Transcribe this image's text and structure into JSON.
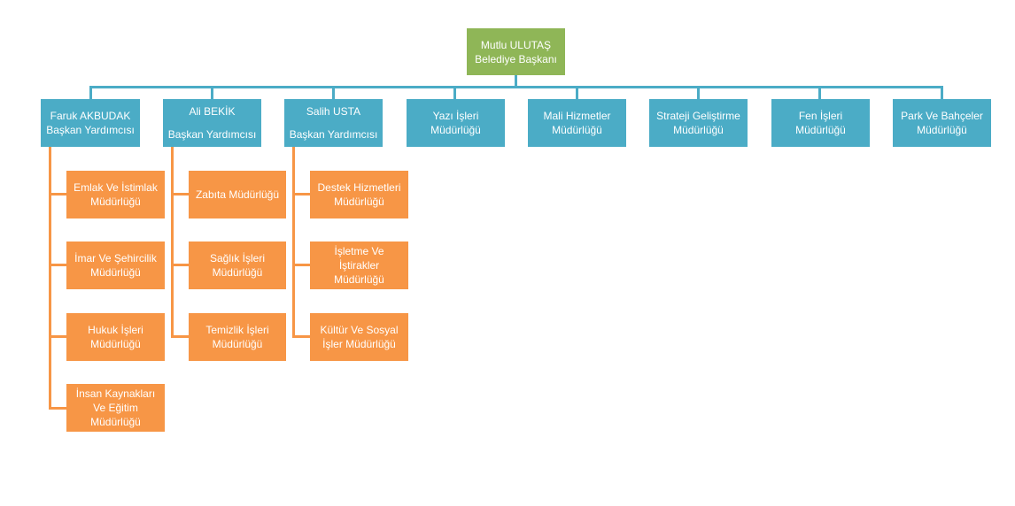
{
  "root": {
    "name": "Mutlu ULUTAŞ",
    "title": "Belediye Başkanı"
  },
  "level1": [
    {
      "line1": "Faruk AKBUDAK",
      "line2": "Başkan Yardımcısı"
    },
    {
      "line1": "Ali BEKİK",
      "line2": "Başkan Yardımcısı"
    },
    {
      "line1": "Salih USTA",
      "line2": "Başkan Yardımcısı"
    },
    {
      "line1": "Yazı İşleri",
      "line2": "Müdürlüğü"
    },
    {
      "line1": "Mali Hizmetler",
      "line2": "Müdürlüğü"
    },
    {
      "line1": "Strateji Geliştirme",
      "line2": "Müdürlüğü"
    },
    {
      "line1": "Fen İşleri",
      "line2": "Müdürlüğü"
    },
    {
      "line1": "Park Ve Bahçeler",
      "line2": "Müdürlüğü"
    }
  ],
  "faruk_units": [
    [
      "Emlak Ve İstimlak",
      "Müdürlüğü"
    ],
    [
      "İmar Ve Şehircilik",
      "Müdürlüğü"
    ],
    [
      "Hukuk İşleri",
      "Müdürlüğü"
    ],
    [
      "İnsan Kaynakları",
      "Ve Eğitim",
      "Müdürlüğü"
    ]
  ],
  "ali_units": [
    [
      "Zabıta Müdürlüğü"
    ],
    [
      "Sağlık İşleri",
      "Müdürlüğü"
    ],
    [
      "Temizlik İşleri",
      "Müdürlüğü"
    ]
  ],
  "salih_units": [
    [
      "Destek Hizmetleri",
      "Müdürlüğü"
    ],
    [
      "İşletme Ve",
      "İştirakler",
      "Müdürlüğü"
    ],
    [
      "Kültür Ve Sosyal",
      "İşler Müdürlüğü"
    ]
  ],
  "colors": {
    "root": "#8fb657",
    "level1": "#4bacc6",
    "level2": "#f79646"
  }
}
